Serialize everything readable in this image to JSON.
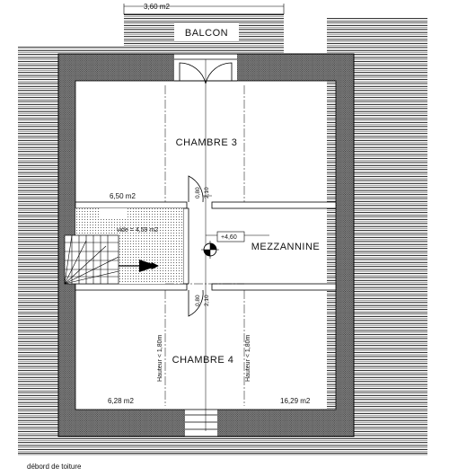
{
  "top_area": "3,60 m2",
  "balcony": "BALCON",
  "rooms": {
    "chambre3": "CHAMBRE 3",
    "mezzanine": "MEZZANNINE",
    "chambre4": "CHAMBRE 4"
  },
  "areas": {
    "stair_landing": "6,50 m2",
    "void": "vide = 4,59 m2",
    "chambre4": "6,28 m2",
    "mezzanine_right": "16,29 m2"
  },
  "height_notes": {
    "left": "Hauteur < 1,80m",
    "right": "Hauteur < 1,80m"
  },
  "door_dims": {
    "upper_width": "0,80",
    "upper_height": "2,10",
    "lower_width": "0,80",
    "lower_height": "2,10"
  },
  "level_marker": "+4,60",
  "roof_overhang": "débord de toiture"
}
